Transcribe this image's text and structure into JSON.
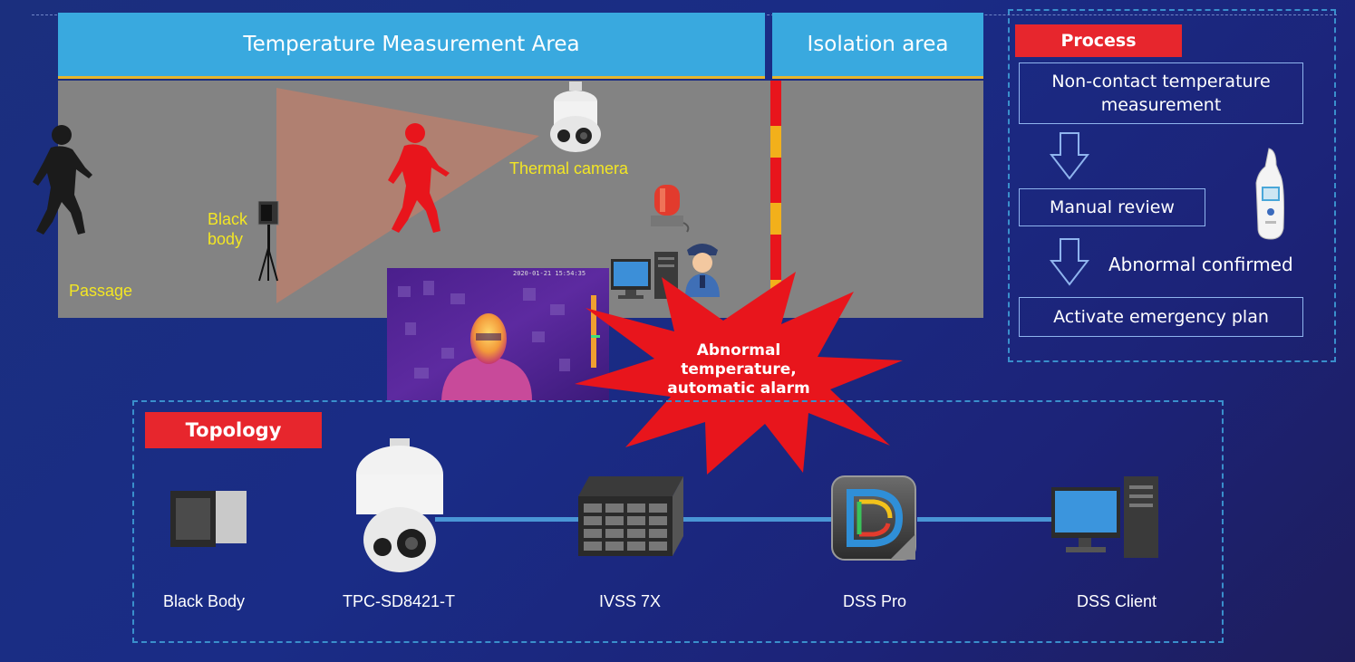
{
  "header": {
    "temperature_area": "Temperature Measurement Area",
    "isolation_area": "Isolation area"
  },
  "scene": {
    "thermal_camera": "Thermal camera",
    "black_body": "Black\nbody",
    "passage": "Passage",
    "thermal_overlay_stamp": "2020-01-21 15:54:35",
    "alarm_text": "Abnormal\ntemperature,\nautomatic alarm"
  },
  "process": {
    "title": "Process",
    "steps": [
      "Non-contact temperature measurement",
      "Manual review",
      "Abnormal confirmed",
      "Activate emergency plan"
    ]
  },
  "topology": {
    "title": "Topology",
    "devices": [
      "Black Body",
      "TPC-SD8421-T",
      "IVSS 7X",
      "DSS Pro",
      "DSS Client"
    ]
  },
  "colors": {
    "header_blue": "#39a9df",
    "alarm_red": "#e8151c",
    "tag_red": "#e7262d",
    "label_yellow": "#f3e624",
    "floor_gray": "#838383"
  }
}
